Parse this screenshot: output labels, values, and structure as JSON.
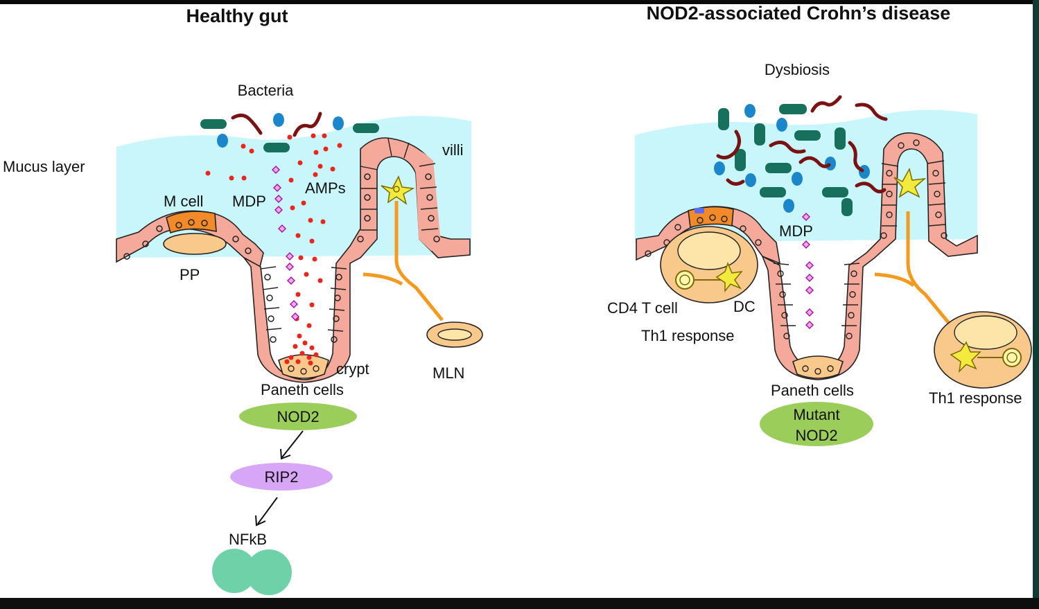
{
  "panels": {
    "healthy": {
      "title": "Healthy gut",
      "labels": {
        "bacteria": "Bacteria",
        "mucus_layer": "Mucus layer",
        "villi": "villi",
        "m_cell": "M cell",
        "mdp": "MDP",
        "amps": "AMPs",
        "pp": "PP",
        "crypt": "crypt",
        "mln": "MLN",
        "paneth_cells": "Paneth cells",
        "nod2": "NOD2",
        "rip2": "RIP2",
        "nfkb": "NFkB"
      }
    },
    "crohns": {
      "title": "NOD2-associated Crohn’s disease",
      "labels": {
        "dysbiosis": "Dysbiosis",
        "mdp": "MDP",
        "cd4_t_cell": "CD4 T cell",
        "dc": "DC",
        "th1_response_left": "Th1 response",
        "paneth_cells": "Paneth cells",
        "mutant_nod2_line1": "Mutant",
        "mutant_nod2_line2": "NOD2",
        "th1_response_right": "Th1 response"
      }
    }
  },
  "colors": {
    "mucus": "#c9f6fb",
    "epithelium": "#f4a99a",
    "m_cell": "#f28a2a",
    "paneth": "#f9c98b",
    "lymph": "#f9c98b",
    "bacteria_rod": "#16705b",
    "bacteria_spiral": "#7a1212",
    "bacteria_cocci": "#1b86c9",
    "amps": "#e8261c",
    "mdp": "#d94ad9",
    "dendritic_cell": "#f2ea3c",
    "lymphatic": "#f59a1e",
    "nod2": "#9acd5a",
    "rip2": "#d8a6f7",
    "nfkb": "#6fd1a8"
  },
  "icons": [
    "bacteria-rod-icon",
    "bacteria-spiral-icon",
    "bacteria-coccus-icon",
    "dendritic-cell-icon",
    "t-cell-icon",
    "mdp-diamond-icon",
    "amp-dot-icon"
  ]
}
